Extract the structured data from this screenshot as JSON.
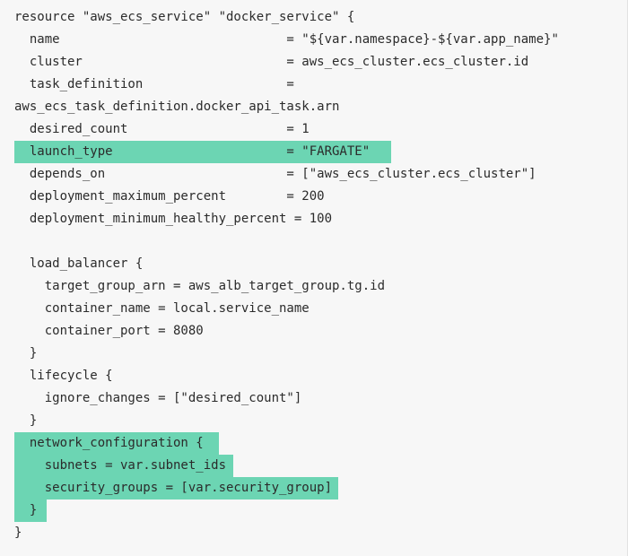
{
  "code": {
    "lines": [
      "resource \"aws_ecs_service\" \"docker_service\" {",
      "  name                              = \"${var.namespace}-${var.app_name}\"",
      "  cluster                           = aws_ecs_cluster.ecs_cluster.id",
      "  task_definition                   =",
      "aws_ecs_task_definition.docker_api_task.arn",
      "  desired_count                     = 1",
      "  launch_type                       = \"FARGATE\"",
      "  depends_on                        = [\"aws_ecs_cluster.ecs_cluster\"]",
      "  deployment_maximum_percent        = 200",
      "  deployment_minimum_healthy_percent = 100",
      "",
      "  load_balancer {",
      "    target_group_arn = aws_alb_target_group.tg.id",
      "    container_name = local.service_name",
      "    container_port = 8080",
      "  }",
      "  lifecycle {",
      "    ignore_changes = [\"desired_count\"]",
      "  }",
      "  network_configuration {",
      "    subnets = var.subnet_ids",
      "    security_groups = [var.security_group]",
      "  }",
      "}"
    ]
  },
  "colors": {
    "highlight": "#6cd5b3",
    "background": "#f7f7f7",
    "text": "#2b2b2b"
  }
}
